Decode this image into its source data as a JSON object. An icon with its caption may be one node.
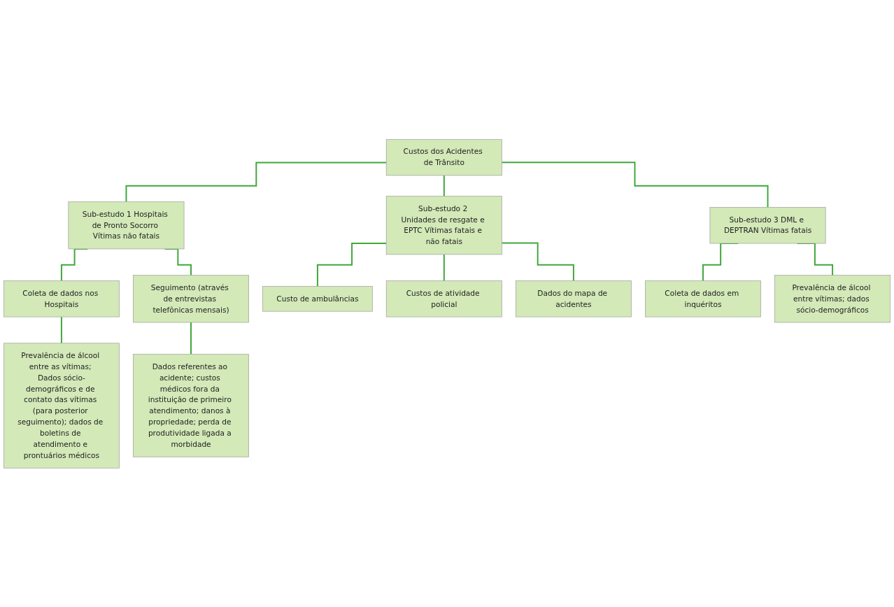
{
  "diagram": {
    "nodes": [
      {
        "text": [
          "Custos dos Acidentes de Trânsito"
        ]
      },
      {
        "text": [
          "Sub-estudo 1 Hospitais de Pronto Socorro Vítimas não fatais"
        ]
      },
      {
        "text": [
          "Sub-estudo 2 Unidades de resgate e EPTC Vítimas fatais e não fatais"
        ]
      },
      {
        "text": [
          "Sub-estudo 3 DML e DEPTRAN Vítimas fatais"
        ]
      },
      {
        "text": [
          "Coleta de dados nos Hospitais"
        ]
      },
      {
        "text": [
          "Seguimento (através de entrevistas telefônicas mensais)"
        ]
      },
      {
        "text": [
          "Prevalência de álcool entre as vítimas; Dados sócio-demográficos e de contato das vítimas (para posterior seguimento); dados de boletins de atendimento e prontuários médicos"
        ]
      },
      {
        "text": [
          "Dados referentes ao acidente; custos médicos fora da instituição de primeiro atendimento; danos à propriedade; perda de produtividade ligada a morbidade"
        ]
      },
      {
        "text": [
          "Custo de ambulâncias"
        ]
      },
      {
        "text": [
          "Custos de atividade policial"
        ]
      },
      {
        "text": [
          "Dados do mapa de acidentes"
        ]
      },
      {
        "text": [
          "Coleta de dados em inquéritos"
        ]
      },
      {
        "text": [
          "Prevalência de álcool entre vítimas; dados sócio-demográficos"
        ]
      }
    ],
    "edges": [
      {
        "from": 0,
        "to": 1,
        "arrow": "none"
      },
      {
        "from": 0,
        "to": 2,
        "arrow": "none"
      },
      {
        "from": 0,
        "to": 3,
        "arrow": "none"
      },
      {
        "from": 1,
        "to": 4,
        "arrow": "none"
      },
      {
        "from": 1,
        "to": 5,
        "arrow": "none"
      },
      {
        "from": 4,
        "to": 6,
        "arrow": "none"
      },
      {
        "from": 5,
        "to": 7,
        "arrow": "none"
      },
      {
        "from": 2,
        "to": 8,
        "arrow": "none"
      },
      {
        "from": 2,
        "to": 9,
        "arrow": "none"
      },
      {
        "from": 2,
        "to": 10,
        "arrow": "none"
      },
      {
        "from": 3,
        "to": 11,
        "arrow": "none"
      },
      {
        "from": 3,
        "to": 12,
        "arrow": "none"
      }
    ]
  }
}
